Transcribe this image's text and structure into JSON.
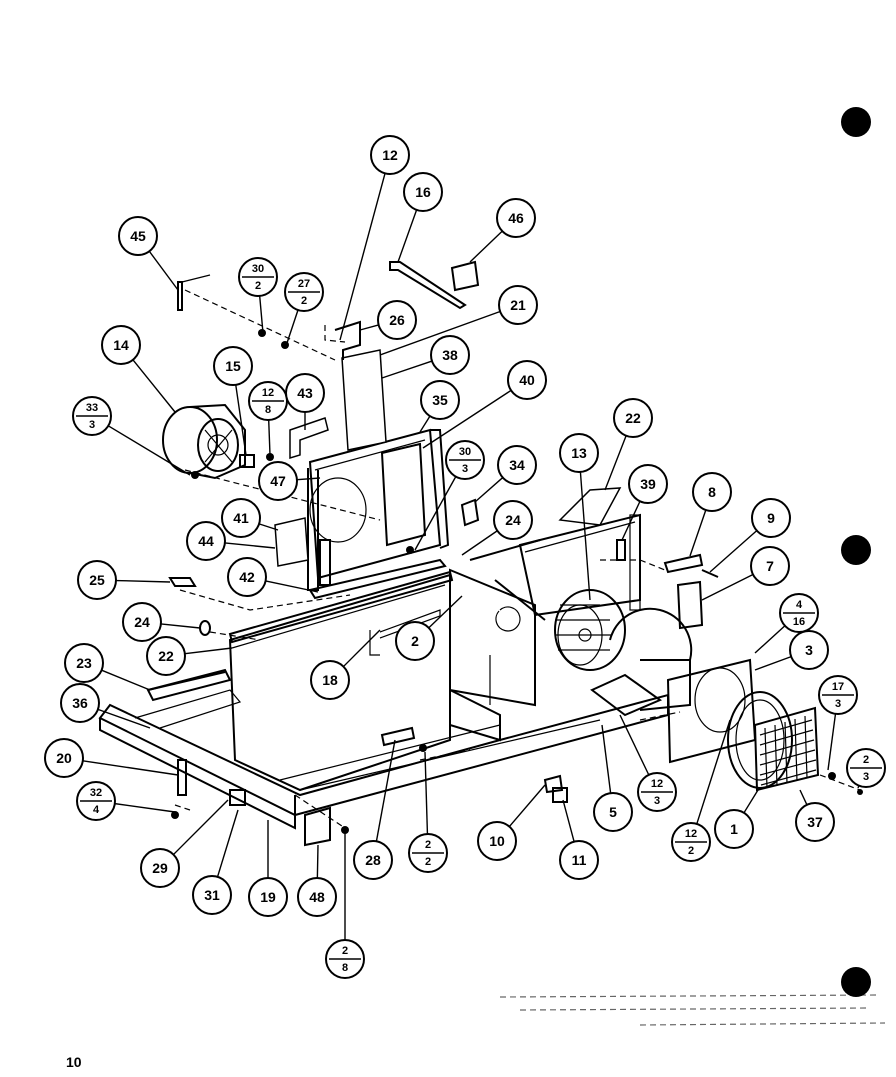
{
  "page_number": "10",
  "callouts": [
    {
      "label": "12"
    },
    {
      "label": "16"
    },
    {
      "label": "46"
    },
    {
      "label": "45"
    },
    {
      "top": "30",
      "bottom": "2"
    },
    {
      "top": "27",
      "bottom": "2"
    },
    {
      "label": "26"
    },
    {
      "label": "21"
    },
    {
      "label": "14"
    },
    {
      "label": "15"
    },
    {
      "top": "12",
      "bottom": "8"
    },
    {
      "label": "43"
    },
    {
      "label": "38"
    },
    {
      "label": "40"
    },
    {
      "top": "33",
      "bottom": "3"
    },
    {
      "label": "35"
    },
    {
      "label": "47"
    },
    {
      "top": "30",
      "bottom": "3"
    },
    {
      "label": "34"
    },
    {
      "label": "13"
    },
    {
      "label": "22"
    },
    {
      "label": "39"
    },
    {
      "label": "8"
    },
    {
      "label": "9"
    },
    {
      "label": "7"
    },
    {
      "label": "41"
    },
    {
      "label": "24"
    },
    {
      "label": "44"
    },
    {
      "label": "42"
    },
    {
      "label": "25"
    },
    {
      "label": "24"
    },
    {
      "label": "22"
    },
    {
      "label": "2"
    },
    {
      "top": "4",
      "bottom": "16"
    },
    {
      "label": "3"
    },
    {
      "label": "23"
    },
    {
      "label": "18"
    },
    {
      "label": "36"
    },
    {
      "top": "17",
      "bottom": "3"
    },
    {
      "top": "2",
      "bottom": "3"
    },
    {
      "label": "20"
    },
    {
      "label": "5"
    },
    {
      "top": "12",
      "bottom": "3"
    },
    {
      "label": "1"
    },
    {
      "label": "37"
    },
    {
      "top": "32",
      "bottom": "4"
    },
    {
      "label": "10"
    },
    {
      "top": "12",
      "bottom": "2"
    },
    {
      "top": "2",
      "bottom": "2"
    },
    {
      "label": "29"
    },
    {
      "label": "28"
    },
    {
      "label": "11"
    },
    {
      "label": "31"
    },
    {
      "label": "19"
    },
    {
      "label": "48"
    },
    {
      "top": "2",
      "bottom": "8"
    }
  ]
}
